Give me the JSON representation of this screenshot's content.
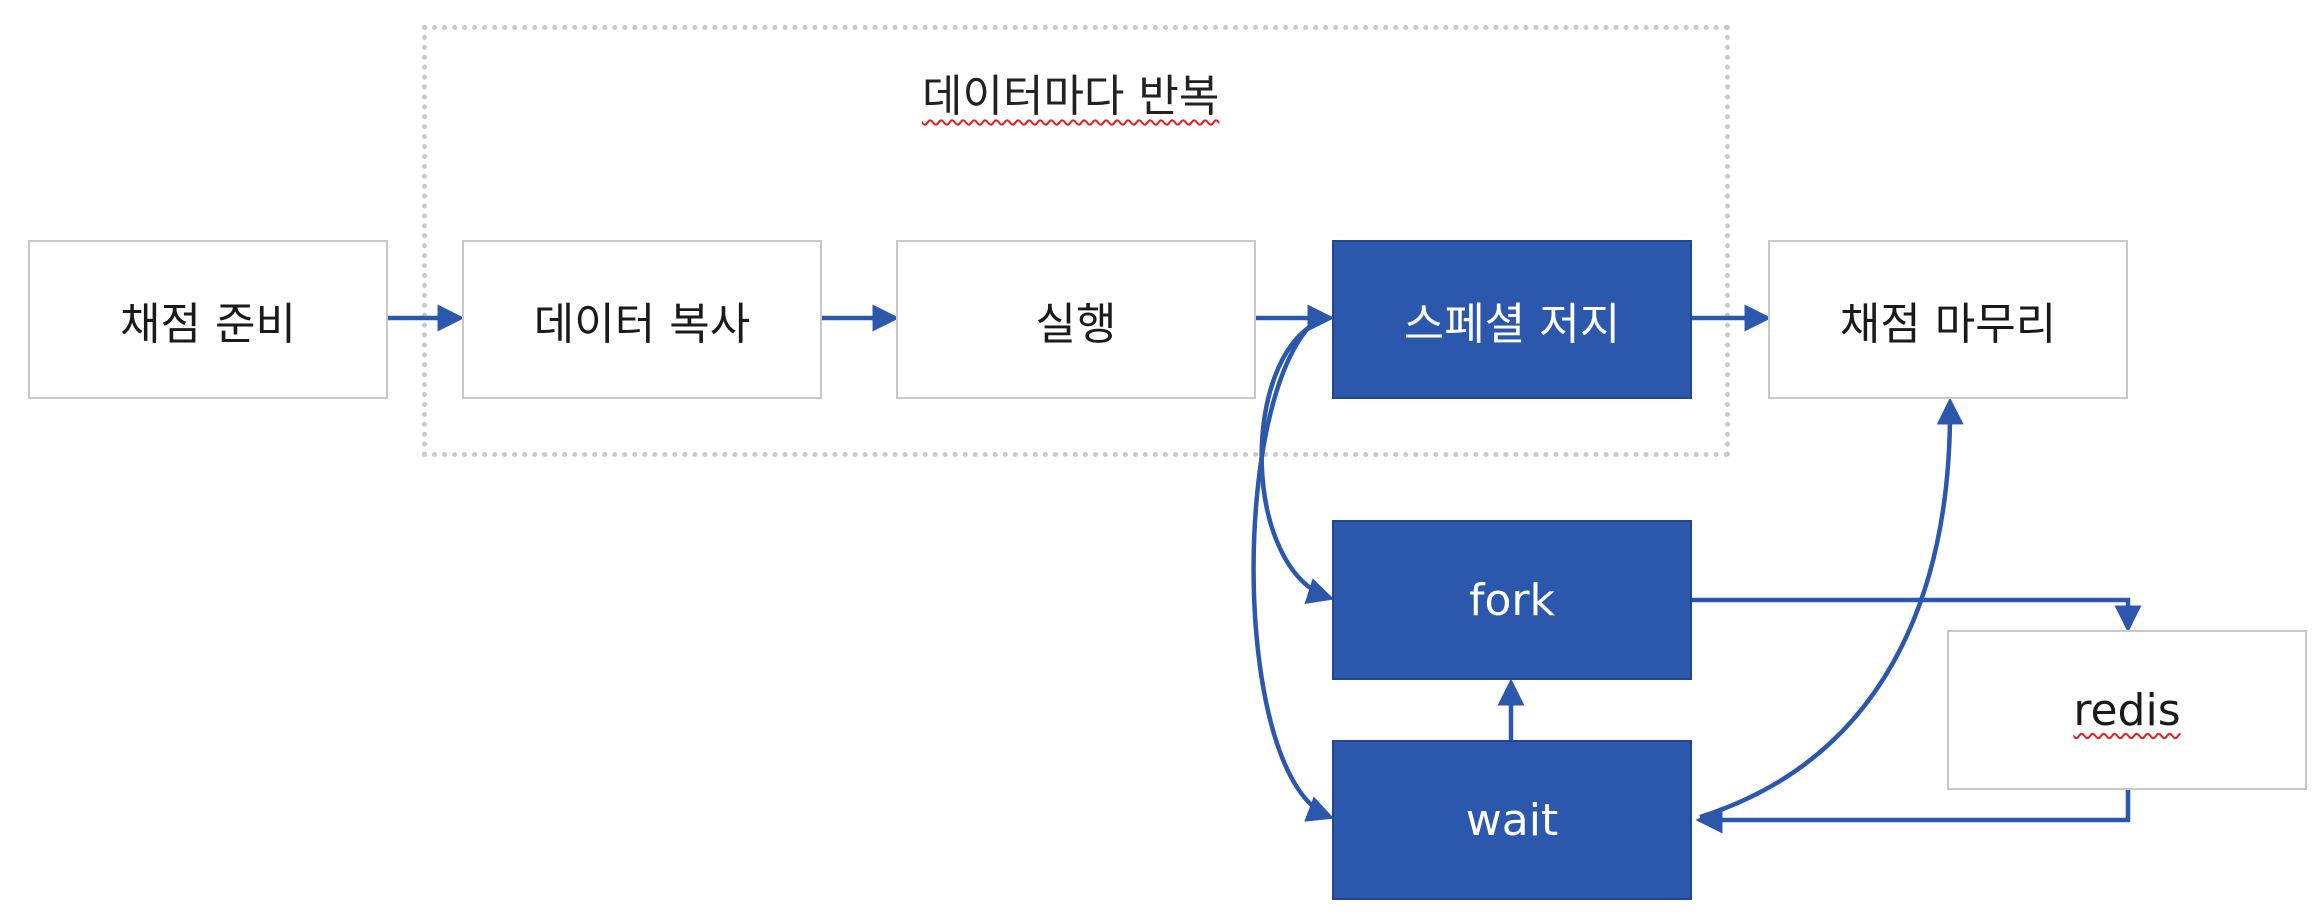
{
  "colors": {
    "accent": "#2b58ad",
    "box_border": "#c8c8c8",
    "group_border": "#c9c9c9",
    "arrow": "#2b58ad"
  },
  "group": {
    "label": "데이터마다 반복"
  },
  "nodes": {
    "grading_prep": "채점 준비",
    "data_copy": "데이터 복사",
    "execute": "실행",
    "special_judge": "스페셜 저지",
    "grading_finish": "채점 마무리",
    "fork": "fork",
    "wait": "wait",
    "redis": "redis"
  },
  "edges": [
    {
      "from": "grading_prep",
      "to": "data_copy"
    },
    {
      "from": "data_copy",
      "to": "execute"
    },
    {
      "from": "execute",
      "to": "special_judge"
    },
    {
      "from": "special_judge",
      "to": "grading_finish"
    },
    {
      "from": "execute",
      "to": "fork"
    },
    {
      "from": "execute",
      "to": "wait"
    },
    {
      "from": "wait",
      "to": "fork"
    },
    {
      "from": "fork",
      "to": "redis"
    },
    {
      "from": "redis",
      "to": "wait"
    },
    {
      "from": "wait",
      "to": "grading_finish"
    }
  ]
}
